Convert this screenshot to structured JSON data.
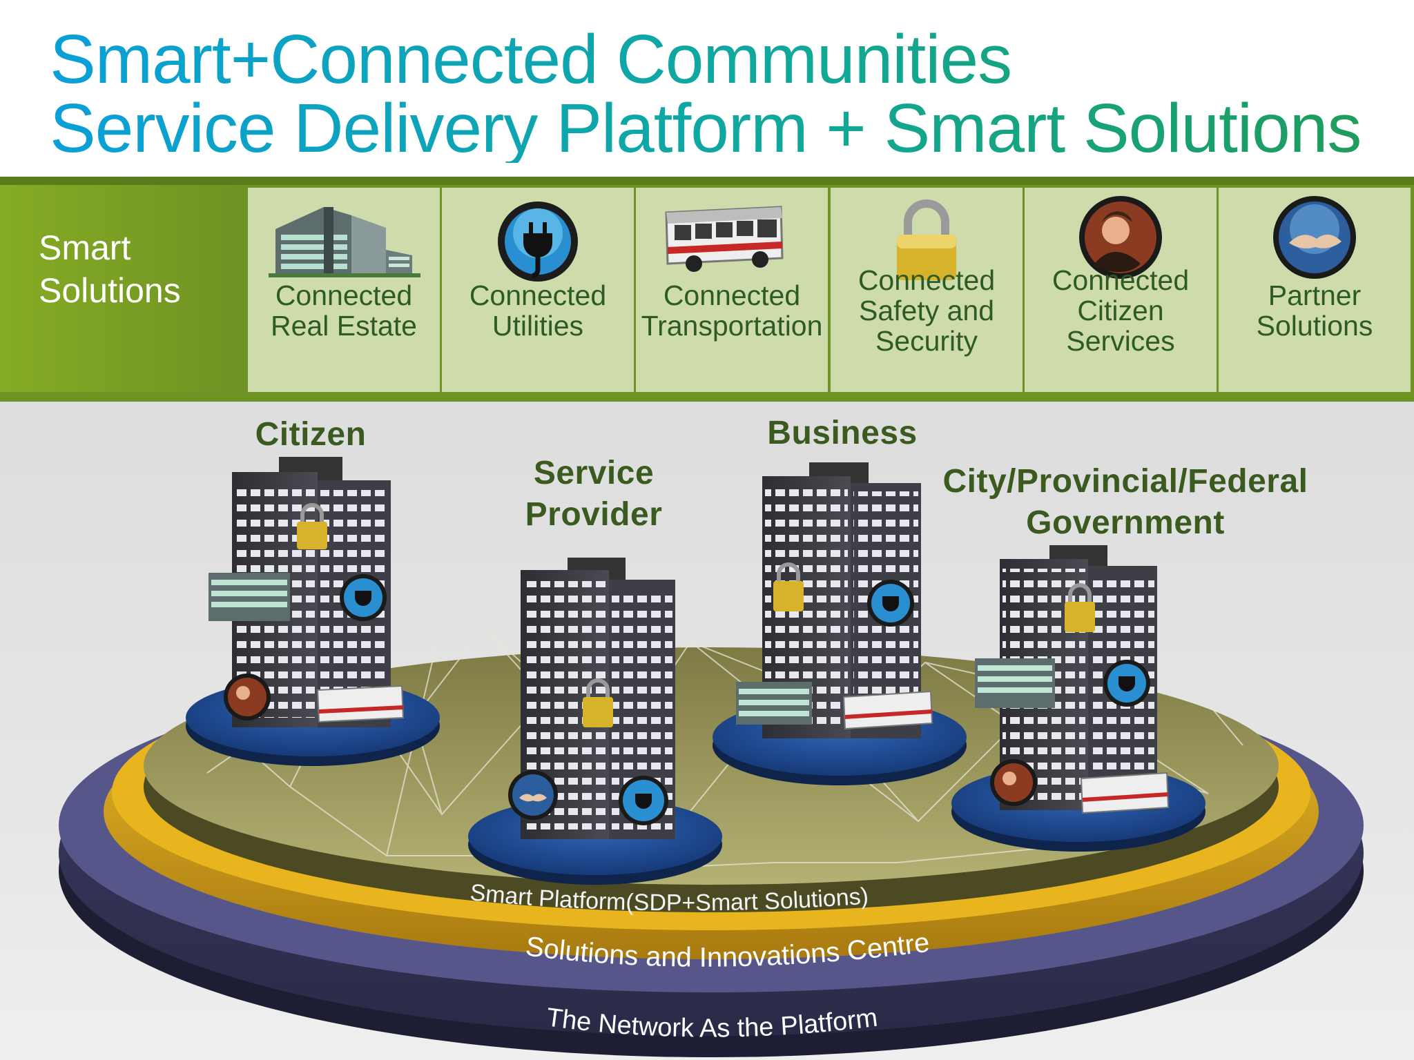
{
  "title": {
    "line1": "Smart+Connected Communities",
    "line2": "Service Delivery Platform + Smart Solutions"
  },
  "smart_solutions": {
    "label_line1": "Smart",
    "label_line2": "Solutions",
    "tiles": [
      {
        "icon": "office-building-icon",
        "lines": [
          "Connected",
          "Real Estate"
        ]
      },
      {
        "icon": "power-plug-icon",
        "lines": [
          "Connected",
          "Utilities"
        ]
      },
      {
        "icon": "bus-icon",
        "lines": [
          "Connected",
          "Transportation"
        ]
      },
      {
        "icon": "padlock-icon",
        "lines": [
          "Connected",
          "Safety and",
          "Security"
        ]
      },
      {
        "icon": "citizen-photo-icon",
        "lines": [
          "Connected",
          "Citizen",
          "Services"
        ]
      },
      {
        "icon": "handshake-icon",
        "lines": [
          "Partner",
          "Solutions"
        ]
      }
    ]
  },
  "nodes": {
    "citizen": {
      "lines": [
        "Citizen"
      ]
    },
    "service_provider": {
      "lines": [
        "Service",
        "Provider"
      ]
    },
    "business": {
      "lines": [
        "Business"
      ]
    },
    "government": {
      "lines": [
        "City/Provincial/Federal",
        "Government"
      ]
    }
  },
  "layers": {
    "smart_platform": "Smart Platform(SDP+Smart Solutions)",
    "innovation_centre": "Solutions and Innovations Centre",
    "network": "The Network As the Platform"
  },
  "colors": {
    "title_start": "#0aa0d8",
    "title_end": "#1f9c57",
    "band": "#6e9223",
    "tile": "#cddcaa",
    "tile_text": "#2e5a23",
    "node_text": "#3b5a1f",
    "platform_outer": "#45456e",
    "platform_ring": "#d9a81a",
    "platform_inner": "#9a9a54"
  }
}
